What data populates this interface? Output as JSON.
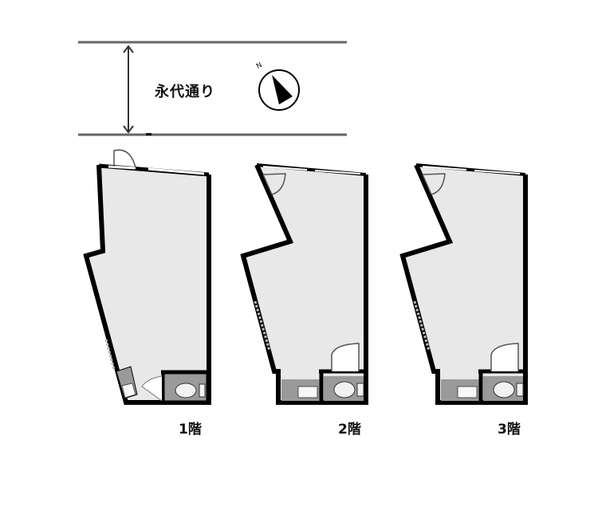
{
  "street": {
    "label": "永代通り"
  },
  "compass": {
    "north_label": "N",
    "icon": "north-arrow-icon"
  },
  "floors": [
    {
      "label": "1階",
      "rooms": [
        "main-room",
        "toilet",
        "kitchenette",
        "entrance-door"
      ]
    },
    {
      "label": "2階",
      "rooms": [
        "main-room",
        "toilet",
        "kitchenette",
        "door"
      ]
    },
    {
      "label": "3階",
      "rooms": [
        "main-room",
        "toilet",
        "kitchenette",
        "door"
      ]
    }
  ],
  "colors": {
    "floor_fill": "#e8e8e8",
    "wall": "#000000",
    "fixture_fill": "#9a9a9a",
    "street_line": "#666666"
  }
}
